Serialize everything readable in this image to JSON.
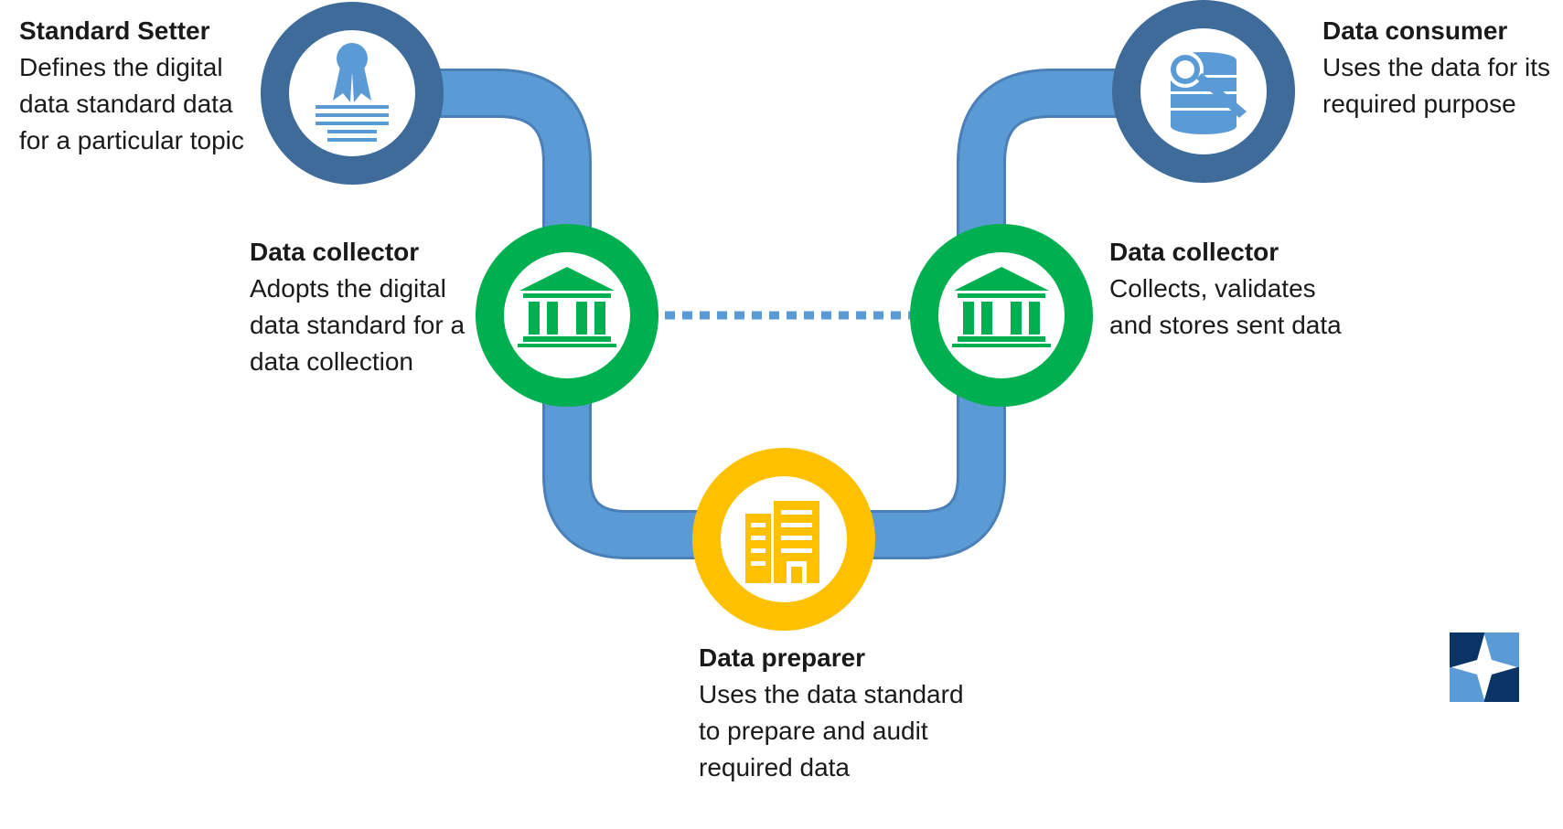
{
  "colors": {
    "pipe": "#5b9bd5",
    "pipe_edge": "#4a7fb8",
    "setter_ring": "#3e6b9a",
    "consumer_ring": "#3e6b9a",
    "collector_ring": "#00b050",
    "preparer_ring": "#ffc000",
    "dots": "#5b9bd5",
    "logo_dark": "#0a3366",
    "logo_light": "#5b9bd5",
    "icon_blue": "#5b9bd5",
    "icon_green": "#00b050",
    "icon_yellow": "#ffc000"
  },
  "nodes": {
    "standard_setter": {
      "title": "Standard Setter",
      "lines": [
        "Defines the digital",
        "data standard data",
        "for a particular topic"
      ],
      "icon": "certificate-ribbon-icon"
    },
    "data_collector_left": {
      "title": "Data collector",
      "lines": [
        "Adopts the digital",
        "data standard for a",
        "data collection"
      ],
      "icon": "institution-building-icon"
    },
    "data_preparer": {
      "title": "Data preparer",
      "lines": [
        "Uses the data standard",
        "to prepare and audit",
        "required data"
      ],
      "icon": "office-building-icon"
    },
    "data_collector_right": {
      "title": "Data collector",
      "lines": [
        "Collects, validates",
        "and stores sent data"
      ],
      "icon": "institution-building-icon"
    },
    "data_consumer": {
      "title": "Data consumer",
      "lines": [
        "Uses the data for its",
        "required purpose"
      ],
      "icon": "database-search-icon"
    }
  },
  "logo": {
    "icon": "compass-star-logo"
  }
}
